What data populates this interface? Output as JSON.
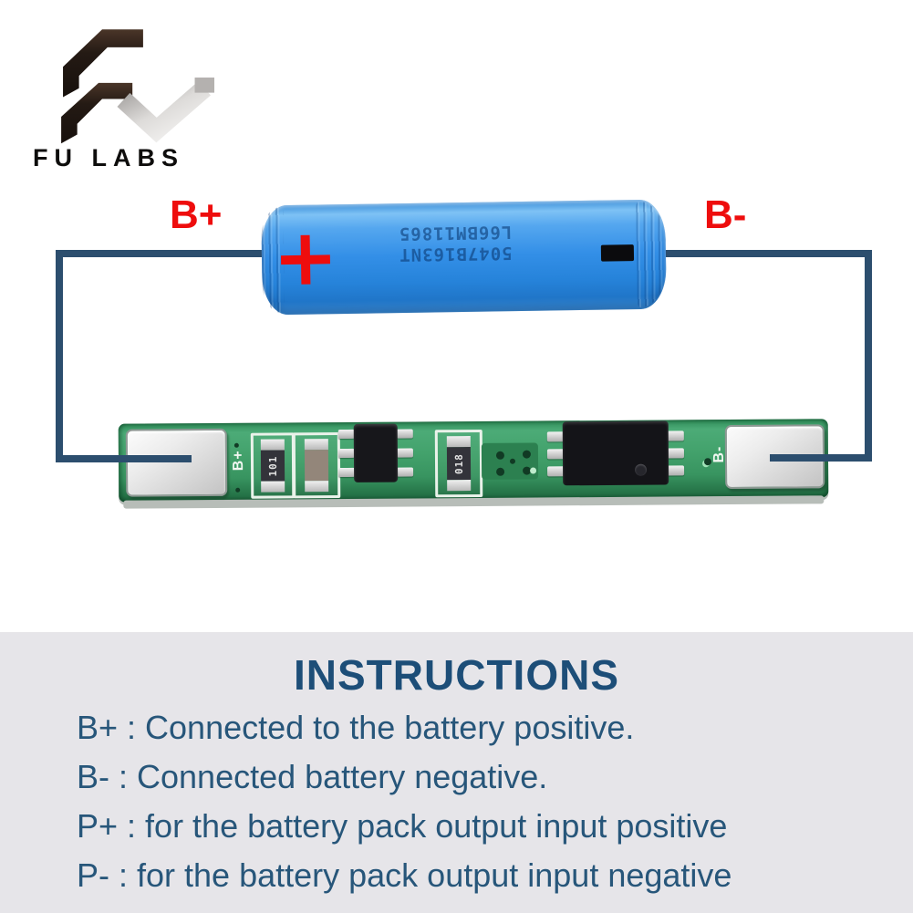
{
  "brand": {
    "logo_text": "FU LABS"
  },
  "battery": {
    "positive_label": "B+",
    "negative_label": "B-",
    "plus_symbol": "+",
    "marking_line1": "5047B163NT",
    "marking_line2": "L66BM11865"
  },
  "pcb": {
    "silk_left": "B+",
    "silk_right": "B-",
    "resistor1_label": "101",
    "resistor2_label": "018"
  },
  "instructions": {
    "title": "INSTRUCTIONS",
    "lines": [
      "B+ : Connected to the battery positive.",
      "B- : Connected battery negative.",
      "P+ : for the battery pack output input positive",
      "P- : for the battery pack output input negative"
    ]
  },
  "colors": {
    "accent_red": "#ee0d0d",
    "wire": "#2c4e6e",
    "battery_blue": "#338fe7",
    "pcb_green": "#3a9a64",
    "panel_gray": "#e6e5e9",
    "text_blue": "#27567a",
    "title_blue": "#1d4e78"
  }
}
